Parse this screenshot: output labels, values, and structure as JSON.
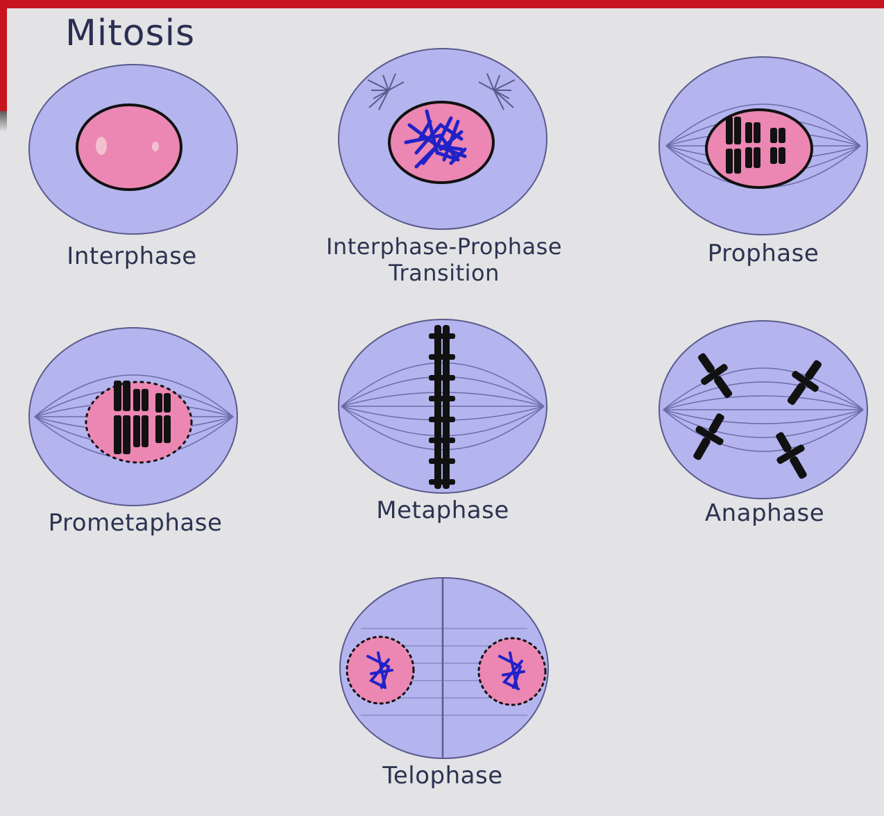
{
  "title": "Mitosis",
  "colors": {
    "cytoplasm": "#b4b4ee",
    "nucleus": "#eb87b2",
    "chromatin": "#2121c8",
    "chromosome": "#111111",
    "outline": "#5a5a8c",
    "frame": "#c8141e"
  },
  "stages": [
    {
      "id": "interphase",
      "label": "Interphase"
    },
    {
      "id": "interphase-prophase",
      "label_line1": "Interphase-Prophase",
      "label_line2": "Transition"
    },
    {
      "id": "prophase",
      "label": "Prophase"
    },
    {
      "id": "prometaphase",
      "label": "Prometaphase"
    },
    {
      "id": "metaphase",
      "label": "Metaphase"
    },
    {
      "id": "anaphase",
      "label": "Anaphase"
    },
    {
      "id": "telophase",
      "label": "Telophase"
    }
  ]
}
